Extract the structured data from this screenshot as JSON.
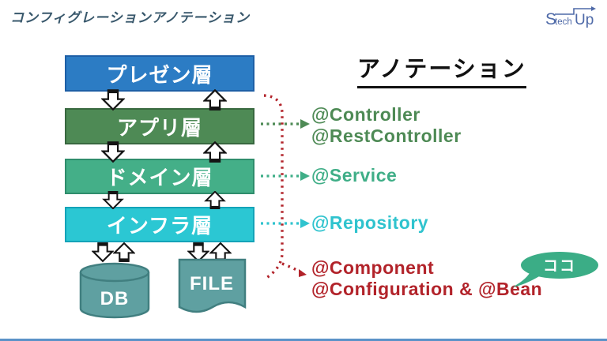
{
  "slide": {
    "title": "コンフィグレーションアノテーション",
    "logo": {
      "s": "S",
      "tech": "tech",
      "up": "Up",
      "color": "#4F6AA8"
    },
    "heading": "アノテーション",
    "layers": [
      {
        "label": "プレゼン層",
        "fill": "#2C7CC4",
        "border": "#1E5FA6"
      },
      {
        "label": "アプリ層",
        "fill": "#4E8A55",
        "border": "#38683F"
      },
      {
        "label": "ドメイン層",
        "fill": "#44AF88",
        "border": "#2F8D6C"
      },
      {
        "label": "インフラ層",
        "fill": "#2BC7D3",
        "border": "#14A3B8"
      }
    ],
    "storage": {
      "db_label": "DB",
      "file_label": "FILE",
      "fill": "#5FA0A1",
      "border": "#417F80"
    },
    "annotations": [
      {
        "lines": [
          "@Controller",
          "@RestController"
        ],
        "color": "#4E8A55"
      },
      {
        "lines": [
          "@Service"
        ],
        "color": "#3FAE87"
      },
      {
        "lines": [
          "@Repository"
        ],
        "color": "#2FC3CE"
      },
      {
        "lines": [
          "@Component",
          "@Configuration & @Bean"
        ],
        "color": "#B2232A"
      }
    ],
    "callout": {
      "label": "ココ",
      "fill": "#3BAD86"
    },
    "accent_bottom_bar": "#5B92C8"
  }
}
